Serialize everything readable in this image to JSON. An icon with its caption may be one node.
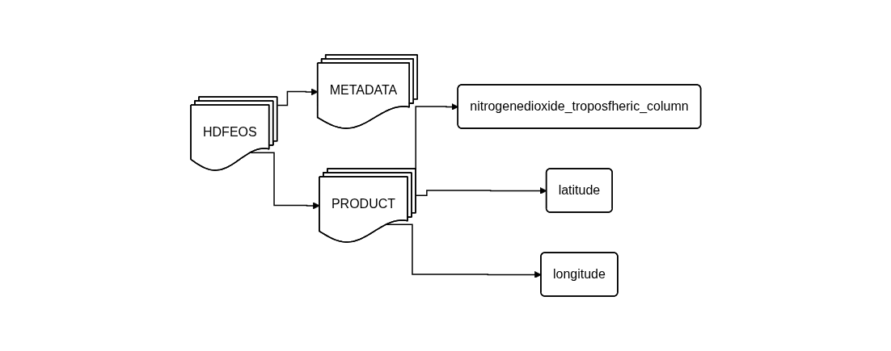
{
  "diagram": {
    "nodes": [
      {
        "text": [
          "HDFEOS"
        ]
      },
      {
        "text": [
          "METADATA"
        ]
      },
      {
        "text": [
          "PRODUCT"
        ]
      },
      {
        "text": [
          "nitrogenedioxide_troposfheric_column"
        ]
      },
      {
        "text": [
          "latitude"
        ]
      },
      {
        "text": [
          "longitude"
        ]
      }
    ],
    "edges": [
      {
        "from": 0,
        "to": 1,
        "arrow": "to"
      },
      {
        "from": 0,
        "to": 2,
        "arrow": "to"
      },
      {
        "from": 2,
        "to": 3,
        "arrow": "to"
      },
      {
        "from": 2,
        "to": 4,
        "arrow": "to"
      },
      {
        "from": 2,
        "to": 5,
        "arrow": "to"
      }
    ]
  }
}
